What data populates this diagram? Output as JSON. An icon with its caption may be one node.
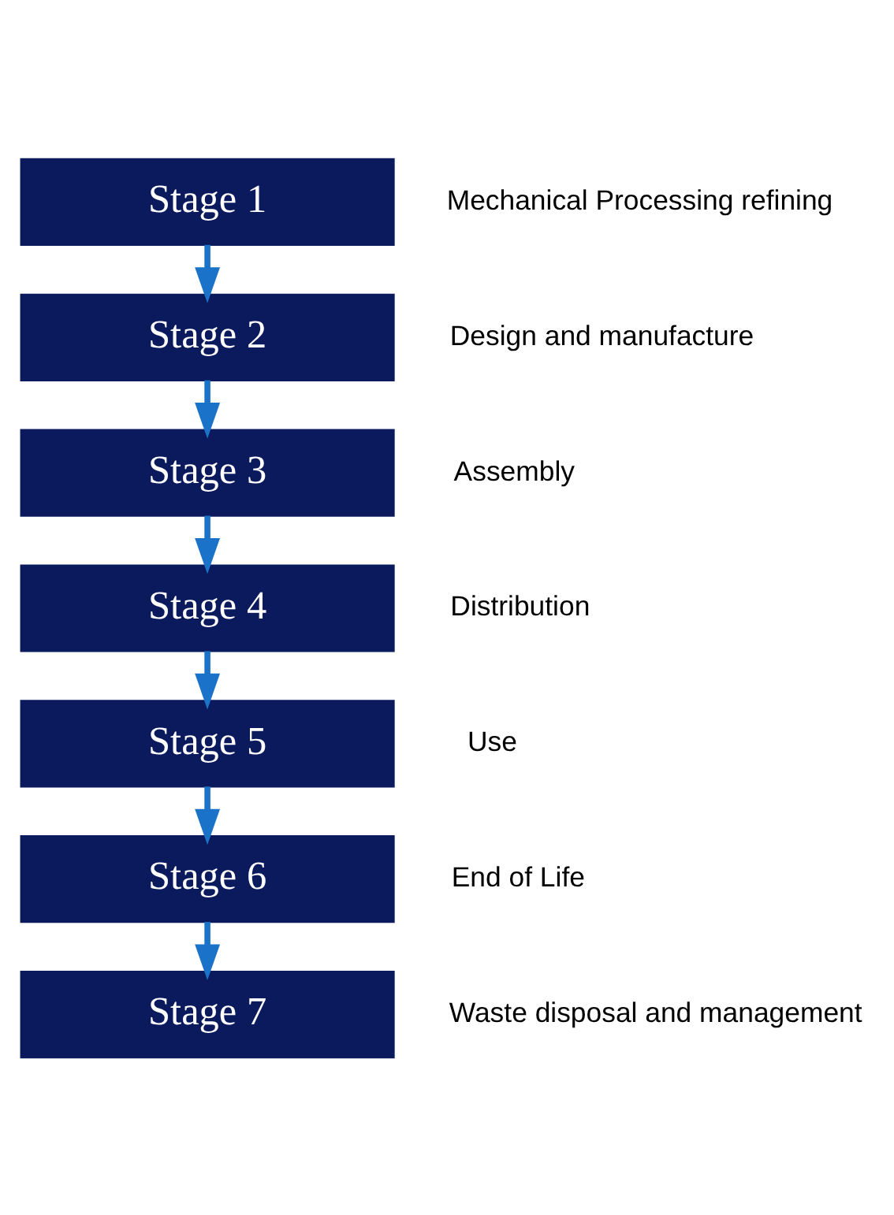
{
  "diagram": {
    "nodes": [
      {
        "text": [
          "Stage 1"
        ],
        "beside": [
          "Mechanical Processing refining"
        ]
      },
      {
        "text": [
          "Stage 2"
        ],
        "beside": [
          "Design and manufacture"
        ]
      },
      {
        "text": [
          "Stage 3"
        ],
        "beside": [
          "Assembly"
        ]
      },
      {
        "text": [
          "Stage 4"
        ],
        "beside": [
          "Distribution"
        ]
      },
      {
        "text": [
          "Stage 5"
        ],
        "beside": [
          "Use"
        ]
      },
      {
        "text": [
          "Stage 6"
        ],
        "beside": [
          "End of Life"
        ]
      },
      {
        "text": [
          "Stage 7"
        ],
        "beside": [
          "Waste disposal and management"
        ]
      }
    ],
    "edges": [
      {
        "from": 0,
        "to": 1,
        "arrow": "to"
      },
      {
        "from": 1,
        "to": 2,
        "arrow": "to"
      },
      {
        "from": 2,
        "to": 3,
        "arrow": "to"
      },
      {
        "from": 3,
        "to": 4,
        "arrow": "to"
      },
      {
        "from": 4,
        "to": 5,
        "arrow": "to"
      },
      {
        "from": 5,
        "to": 6,
        "arrow": "to"
      }
    ]
  }
}
